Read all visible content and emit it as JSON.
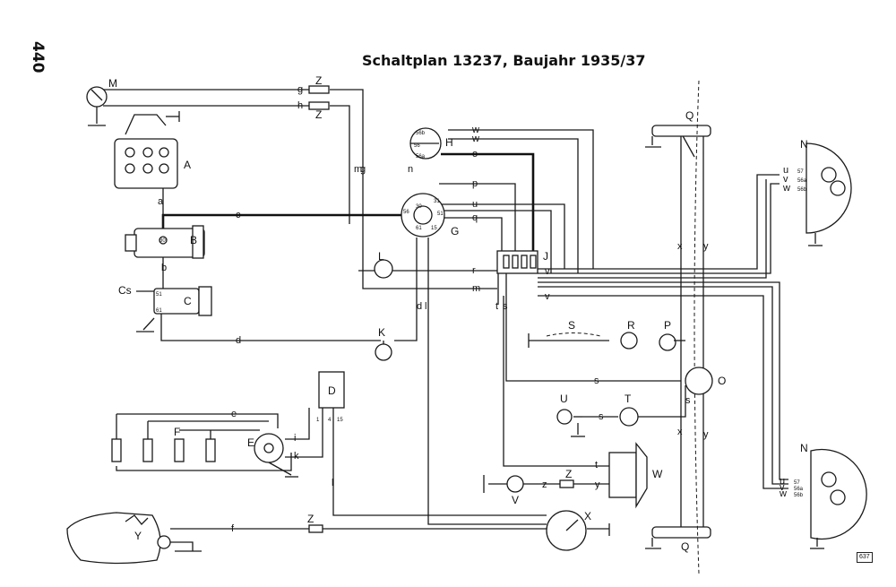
{
  "page_number": "440",
  "title": "Schaltplan 13237, Baujahr 1935/37",
  "plate_number": "637",
  "components": {
    "M": "M",
    "Z": "Z",
    "A": "A",
    "B": "B",
    "C": "C",
    "Cs": "Cs",
    "H": "H",
    "G": "G",
    "L": "L",
    "J": "J",
    "K": "K",
    "D": "D",
    "E": "E",
    "F": "F",
    "Q": "Q",
    "N": "N",
    "S": "S",
    "R": "R",
    "P": "P",
    "O": "O",
    "U": "U",
    "T": "T",
    "V": "V",
    "W": "W",
    "X": "X",
    "Y": "Y"
  },
  "wire_letters": {
    "g": "g",
    "h": "h",
    "m": "m",
    "n": "n",
    "a": "a",
    "b": "b",
    "c": "c",
    "d": "d",
    "e": "e",
    "f": "f",
    "i": "i",
    "k": "k",
    "l": "l",
    "o": "o",
    "p": "p",
    "q": "q",
    "r": "r",
    "s": "s",
    "t": "t",
    "u": "u",
    "v": "v",
    "w": "w",
    "x": "x",
    "y": "y",
    "z": "z"
  },
  "terminals": {
    "t30": "30",
    "t31": "31",
    "t51": "51",
    "t56": "56",
    "t61": "61",
    "t15": "15",
    "t57": "57",
    "t56a": "56a",
    "t56b": "56b",
    "t1": "1",
    "t4": "4",
    "t15b": "15"
  },
  "colors": {
    "ink": "#111111",
    "paper": "#ffffff"
  }
}
